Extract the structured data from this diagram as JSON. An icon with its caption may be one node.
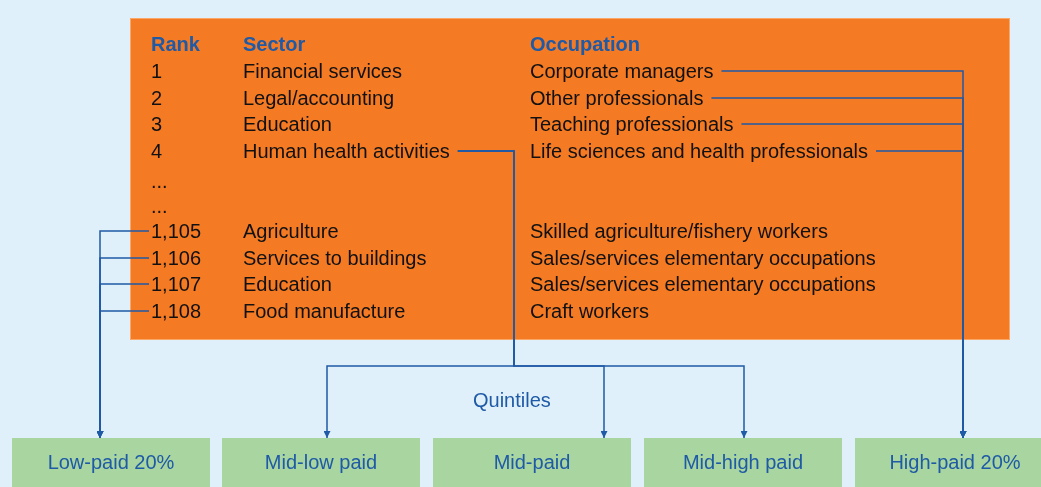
{
  "diagram": {
    "nodes": [
      {
        "text": [],
        "shape": "box"
      },
      {
        "text": [
          "Corporate managers"
        ],
        "in": 0
      },
      {
        "text": [
          "Other professionals"
        ],
        "in": 0
      },
      {
        "text": [
          "Teaching professionals"
        ],
        "in": 0
      },
      {
        "text": [
          "Human health activities"
        ],
        "in": 0
      },
      {
        "text": [
          "Life sciences and health professionals"
        ],
        "in": 0
      },
      {
        "text": [
          "1,105"
        ],
        "in": 0
      },
      {
        "text": [
          "1,106"
        ],
        "in": 0
      },
      {
        "text": [
          "1,107"
        ],
        "in": 0
      },
      {
        "text": [
          "1,108"
        ],
        "in": 0
      },
      {
        "text": [
          "Low-paid 20%"
        ]
      },
      {
        "text": [
          "Mid-low paid"
        ]
      },
      {
        "text": [
          "Mid-paid"
        ]
      },
      {
        "text": [
          "Mid-high paid"
        ]
      },
      {
        "text": [
          "High-paid 20%"
        ]
      }
    ],
    "edges": [
      {
        "from": 1,
        "to": 14,
        "arrow": "to"
      },
      {
        "from": 2,
        "to": 14,
        "arrow": "to"
      },
      {
        "from": 3,
        "to": 14,
        "arrow": "to"
      },
      {
        "from": 5,
        "to": 14,
        "arrow": "to"
      },
      {
        "from": 4,
        "to": 11,
        "arrow": "to"
      },
      {
        "from": 4,
        "to": 12,
        "arrow": "to"
      },
      {
        "from": 4,
        "to": 13,
        "arrow": "to"
      },
      {
        "from": 6,
        "to": 10,
        "arrow": "to"
      },
      {
        "from": 7,
        "to": 10,
        "arrow": "to"
      },
      {
        "from": 8,
        "to": 10,
        "arrow": "to"
      },
      {
        "from": 9,
        "to": 10,
        "arrow": "to"
      }
    ],
    "labels": [
      "Rank",
      "Sector",
      "Occupation",
      "1",
      "Financial services",
      "2",
      "Legal/accounting",
      "3",
      "Education",
      "4",
      "...",
      "...",
      "Agriculture",
      "Skilled agriculture/fishery workers",
      "Services to buildings",
      "Sales/services elementary occupations",
      "Education",
      "Sales/services elementary occupations",
      "Food manufacture",
      "Craft workers",
      "Quintiles"
    ]
  }
}
